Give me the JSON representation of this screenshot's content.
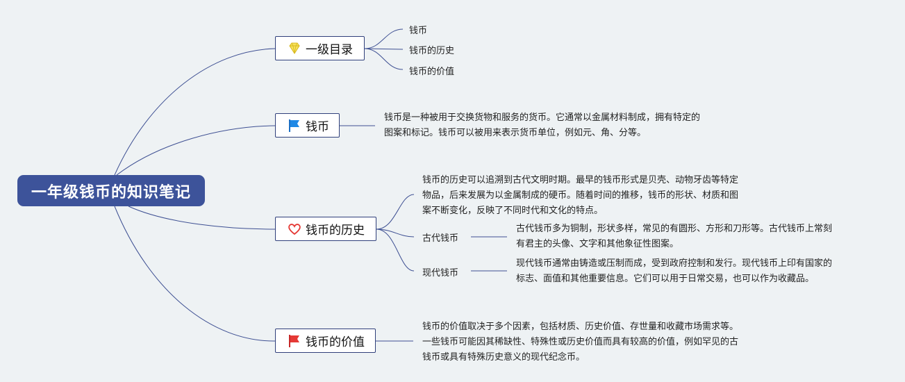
{
  "root": {
    "title": "一年级钱币的知识笔记"
  },
  "topics": {
    "catalog": {
      "label": "一级目录",
      "icon": "diamond-icon",
      "children": [
        "钱币",
        "钱币的历史",
        "钱币的价值"
      ]
    },
    "coin": {
      "label": "钱币",
      "icon": "blue-flag-icon",
      "note": [
        "钱币是一种被用于交换货物和服务的货币。它通常以金属材料制成，拥有特定的",
        "图案和标记。钱币可以被用来表示货币单位，例如元、角、分等。"
      ]
    },
    "history": {
      "label": "钱币的历史",
      "icon": "heart-icon",
      "note": [
        "钱币的历史可以追溯到古代文明时期。最早的钱币形式是贝壳、动物牙齿等特定",
        "物品，后来发展为以金属制成的硬币。随着时间的推移，钱币的形状、材质和图",
        "案不断变化，反映了不同时代和文化的特点。"
      ],
      "ancient": {
        "label": "古代钱币",
        "note": [
          "古代钱币多为铜制，形状多样，常见的有圆形、方形和刀形等。古代钱币上常刻",
          "有君主的头像、文字和其他象征性图案。"
        ]
      },
      "modern": {
        "label": "现代钱币",
        "note": [
          "现代钱币通常由铸造或压制而成，受到政府控制和发行。现代钱币上印有国家的",
          "标志、面值和其他重要信息。它们可以用于日常交易，也可以作为收藏品。"
        ]
      }
    },
    "value": {
      "label": "钱币的价值",
      "icon": "red-flag-icon",
      "note": [
        "钱币的价值取决于多个因素，包括材质、历史价值、存世量和收藏市场需求等。",
        "一些钱币可能因其稀缺性、特殊性或历史价值而具有较高的价值，例如罕见的古",
        "钱币或具有特殊历史意义的现代纪念币。"
      ]
    }
  },
  "colors": {
    "root_fill": "#3d539a",
    "line": "#3d4f92",
    "background": "#eef2f4"
  }
}
